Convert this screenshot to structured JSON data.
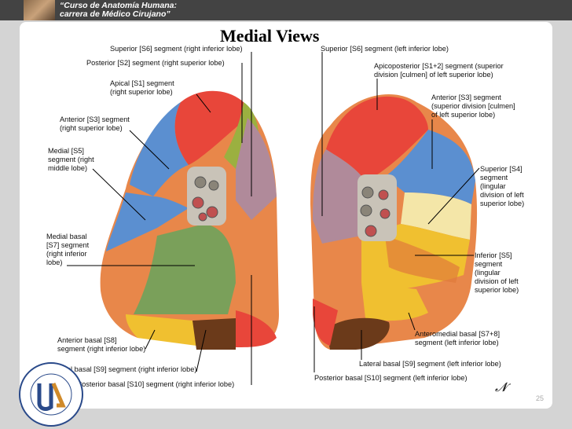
{
  "header": {
    "line1": "“Curso de Anatomía Humana:",
    "line2": "carrera de Médico Cirujano”"
  },
  "title": "Medial Views",
  "labels": {
    "superior_s6_right": "Superior [S6] segment (right inferior lobe)",
    "posterior_s2_right": "Posterior [S2] segment (right superior lobe)",
    "apical_s1": "Apical [S1] segment\n(right superior lobe)",
    "anterior_s3_right": "Anterior [S3] segment\n(right superior lobe)",
    "medial_s5": "Medial [S5]\nsegment (right\nmiddle lobe)",
    "medial_basal_s7": "Medial basal\n[S7] segment\n(right inferior\nlobe)",
    "anterior_basal_s8": "Anterior basal [S8]\nsegment (right inferior lobe)",
    "lateral_basal_s9_right": "Lateral basal [S9] segment (right inferior lobe)",
    "posterior_basal_s10_right": "Posterior basal [S10] segment (right inferior lobe)",
    "superior_s6_left": "Superior [S6] segment (left inferior lobe)",
    "apicoposterior_s1_2": "Apicoposterior [S1+2] segment (superior\ndivision [culmen] of left superior lobe)",
    "anterior_s3_left": "Anterior [S3] segment\n(superior division [culmen]\nof left superior lobe)",
    "superior_s4": "Superior [S4]\nsegment\n(lingular\ndivision of left\nsuperior lobe)",
    "inferior_s5": "Inferior [S5]\nsegment\n(lingular\ndivision of left\nsuperior lobe)",
    "anteromedial_basal": "Anteromedial basal [S7+8]\nsegment (left inferior lobe)",
    "lateral_basal_s9_left": "Lateral basal [S9] segment (left inferior lobe)",
    "posterior_basal_s10_left": "Posterior basal [S10] segment (left inferior lobe)"
  },
  "page_number": "25",
  "colors": {
    "red": "#e8463a",
    "blue": "#5b8fd0",
    "orange": "#e8874a",
    "green": "#7aa05a",
    "olive": "#9bb040",
    "mauve": "#b08a9a",
    "yellow": "#f0c030",
    "brown": "#6b3a1a",
    "cream": "#f4e6a8"
  }
}
